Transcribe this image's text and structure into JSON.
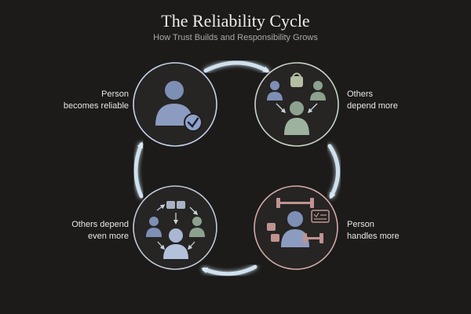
{
  "header": {
    "title": "The Reliability Cycle",
    "subtitle": "How Trust Builds and Responsibility Grows"
  },
  "stages": [
    {
      "line1": "Person",
      "line2": "becomes reliable",
      "icon": "person-check-icon",
      "color": "#7e8fb5"
    },
    {
      "line1": "Others",
      "line2": "depend more",
      "icon": "group-weight-icon",
      "color": "#8ca28f"
    },
    {
      "line1": "Person",
      "line2": "handles more",
      "icon": "person-loaded-icon",
      "color": "#c09390"
    },
    {
      "line1": "Others depend",
      "line2": "even more",
      "icon": "crowd-icon",
      "color": "#a9b3c4"
    }
  ],
  "colors": {
    "background": "#1c1b19",
    "arrow": "#cfe1ee",
    "glow": "#9fc4e0"
  }
}
